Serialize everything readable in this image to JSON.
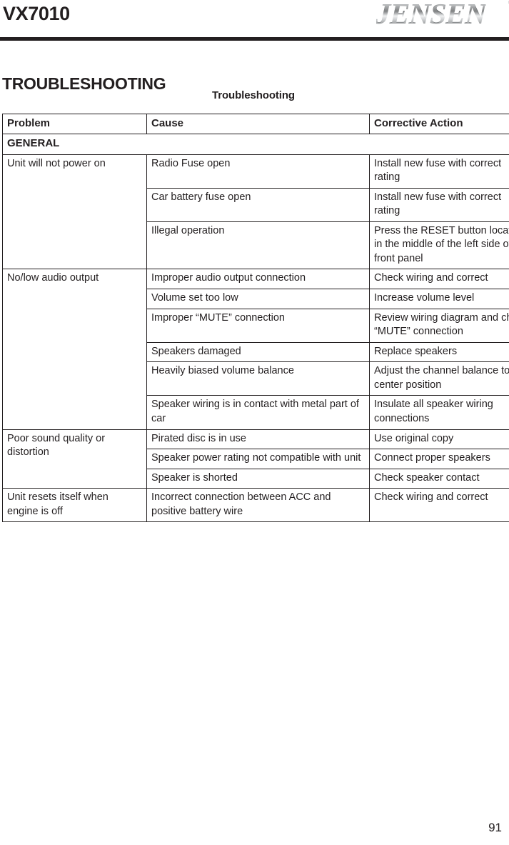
{
  "header": {
    "model": "VX7010",
    "brand": "JENSEN",
    "registered_mark": "®"
  },
  "section": {
    "heading": "TROUBLESHOOTING",
    "table_caption": "Troubleshooting"
  },
  "table": {
    "columns": [
      "Problem",
      "Cause",
      "Corrective Action"
    ],
    "group_label": "GENERAL",
    "rows": [
      {
        "problem": "Unit will not power on",
        "problem_rowspan": 3,
        "entries": [
          {
            "cause": "Radio Fuse open",
            "action": "Install new fuse with correct rating"
          },
          {
            "cause": "Car battery fuse open",
            "action": "Install new fuse with correct rating"
          },
          {
            "cause": "Illegal operation",
            "action": "Press the RESET button located in the middle of the left side of the front panel"
          }
        ]
      },
      {
        "problem": "No/low audio output",
        "problem_rowspan": 5,
        "entries": [
          {
            "cause": "Improper audio output connection",
            "action": "Check wiring and correct"
          },
          {
            "cause": "Volume set too low",
            "action": "Increase volume level"
          },
          {
            "cause": "Improper “MUTE” connection",
            "action": "Review wiring diagram and check “MUTE” connection"
          },
          {
            "cause": "Speakers damaged",
            "action": "Replace speakers"
          },
          {
            "cause": "Heavily biased volume balance",
            "action": "Adjust the channel balance to the center position"
          },
          {
            "cause": "Speaker wiring is in contact with metal part of car",
            "action": "Insulate all speaker wiring connections"
          }
        ]
      },
      {
        "problem": "Poor sound quality or distortion",
        "problem_rowspan": 3,
        "entries": [
          {
            "cause": "Pirated disc is in use",
            "action": "Use original copy"
          },
          {
            "cause": "Speaker power rating not compatible with unit",
            "action": "Connect proper speakers"
          },
          {
            "cause": "Speaker is shorted",
            "action": "Check speaker contact"
          }
        ]
      },
      {
        "problem": "Unit resets itself when engine is off",
        "problem_rowspan": 1,
        "entries": [
          {
            "cause": "Incorrect connection between ACC and positive battery wire",
            "action": "Check wiring and correct"
          }
        ]
      }
    ]
  },
  "footer": {
    "page_number": "91"
  },
  "colors": {
    "ink": "#231f20",
    "page": "#ffffff"
  }
}
